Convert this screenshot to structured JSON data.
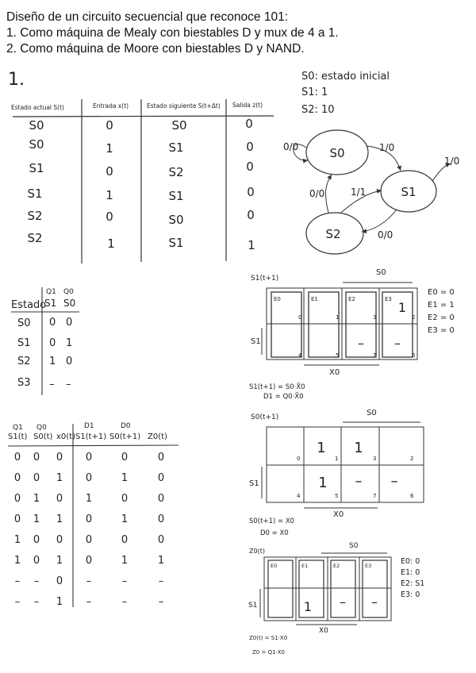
{
  "header": {
    "title": "Diseño de un circuito secuencial que reconoce 101:",
    "item1": "1. Como máquina de Mealy con biestables D y mux de 4 a 1.",
    "item2": "2. Como máquina de Moore con biestables D y NAND."
  },
  "section_label": "1.",
  "state_notes": [
    "S0: estado inicial",
    "S1: 1",
    "S2: 10"
  ],
  "state_table": {
    "headers": [
      "Estado actual S(t)",
      "Entrada x(t)",
      "Estado siguiente S(t+Δt)",
      "Salida z(t)"
    ],
    "rows": [
      [
        "S0",
        "0",
        "S0",
        "0"
      ],
      [
        "S0",
        "1",
        "S1",
        "0"
      ],
      [
        "S1",
        "0",
        "S2",
        "0"
      ],
      [
        "S1",
        "1",
        "S1",
        "0"
      ],
      [
        "S2",
        "0",
        "S0",
        "0"
      ],
      [
        "S2",
        "1",
        "S1",
        "1"
      ]
    ]
  },
  "diagram": {
    "states": [
      "S0",
      "S1",
      "S2"
    ],
    "transitions": [
      "0/0",
      "1/0",
      "1/0",
      "0/0",
      "1/1",
      "0/0"
    ]
  },
  "encoding": {
    "top": [
      "Q1",
      "Q0"
    ],
    "headers": [
      "Estado",
      "S1",
      "S0"
    ],
    "rows": [
      [
        "S0",
        "0",
        "0"
      ],
      [
        "S1",
        "0",
        "1"
      ],
      [
        "S2",
        "1",
        "0"
      ],
      [
        "S3",
        "–",
        "–"
      ]
    ]
  },
  "truth": {
    "top": [
      "Q1",
      "Q0",
      "",
      "D1",
      "D0",
      ""
    ],
    "headers": [
      "S1(t)",
      "S0(t)",
      "x0(t)",
      "S1(t+1)",
      "S0(t+1)",
      "Z0(t)"
    ],
    "rows": [
      [
        "0",
        "0",
        "0",
        "0",
        "0",
        "0"
      ],
      [
        "0",
        "0",
        "1",
        "0",
        "1",
        "0"
      ],
      [
        "0",
        "1",
        "0",
        "1",
        "0",
        "0"
      ],
      [
        "0",
        "1",
        "1",
        "0",
        "1",
        "0"
      ],
      [
        "1",
        "0",
        "0",
        "0",
        "0",
        "0"
      ],
      [
        "1",
        "0",
        "1",
        "0",
        "1",
        "1"
      ],
      [
        "–",
        "–",
        "0",
        "–",
        "–",
        "–"
      ],
      [
        "–",
        "–",
        "1",
        "–",
        "–",
        "–"
      ]
    ]
  },
  "kmap1": {
    "title": "S1(t+1)",
    "top_var": "S0",
    "side_var": "S1",
    "bottom_var": "X0",
    "inputs": [
      "E0",
      "E1",
      "E2",
      "E3"
    ],
    "cells_top": [
      "",
      "",
      "",
      "1"
    ],
    "idx_top": [
      "0",
      "1",
      "3",
      "2"
    ],
    "cells_bottom": [
      "",
      "",
      "–",
      "–"
    ],
    "idx_bottom": [
      "4",
      "5",
      "7",
      "6"
    ],
    "side_values": [
      "E0 = 0",
      "E1 = 1",
      "E2 = 0",
      "E3 = 0"
    ],
    "eq1": "S1(t+1) = S0·X̄0",
    "eq2": "D1 = Q0·X̄0"
  },
  "kmap2": {
    "title": "S0(t+1)",
    "top_var": "S0",
    "side_var": "S1",
    "bottom_var": "X0",
    "cells_top": [
      "",
      "1",
      "1",
      ""
    ],
    "idx_top": [
      "0",
      "1",
      "3",
      "2"
    ],
    "cells_bottom": [
      "",
      "1",
      "–",
      "–"
    ],
    "idx_bottom": [
      "4",
      "5",
      "7",
      "6"
    ],
    "eq1": "S0(t+1) = X0",
    "eq2": "D0 = X0"
  },
  "kmap3": {
    "title": "Z0(t)",
    "top_var": "S0",
    "side_var": "S1",
    "bottom_var": "X0",
    "inputs": [
      "E0",
      "E1",
      "E2",
      "E3"
    ],
    "cells_top": [
      "",
      "",
      "",
      ""
    ],
    "cells_bottom": [
      "",
      "1",
      "–",
      "–"
    ],
    "side_values": [
      "E0: 0",
      "E1: 0",
      "E2: S1",
      "E3: 0"
    ],
    "eq1": "Z0(t) = S1·X0",
    "eq2": "Z0 = Q1·X0"
  }
}
